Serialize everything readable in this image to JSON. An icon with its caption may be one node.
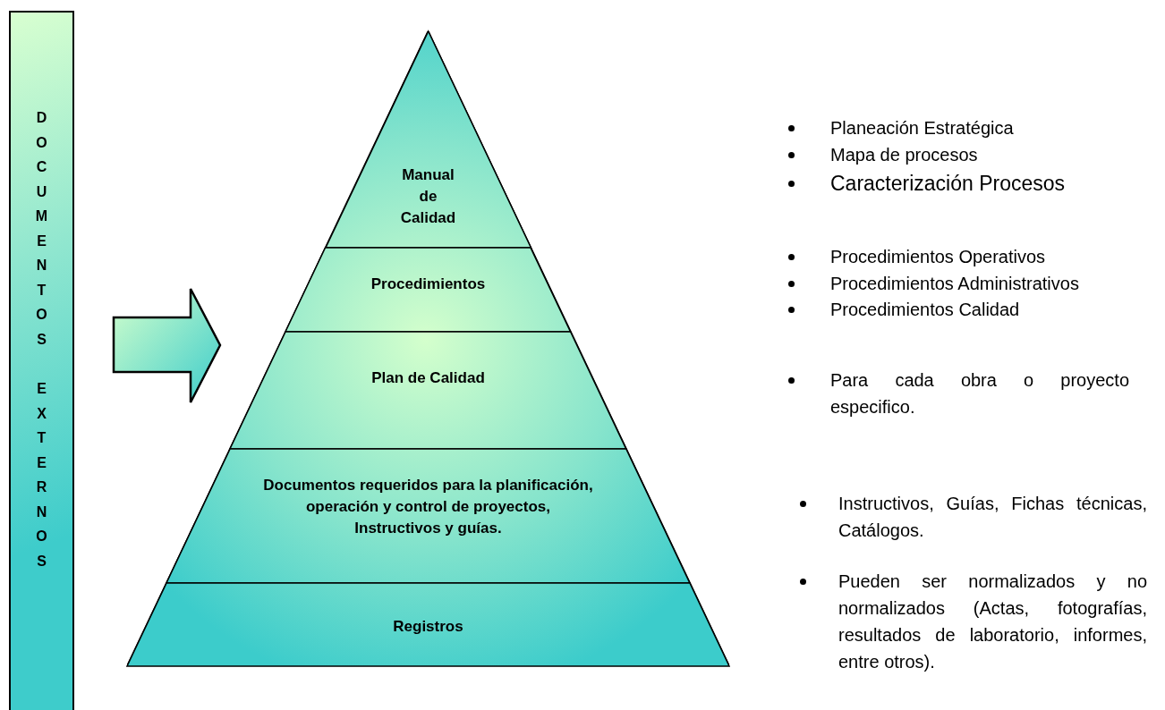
{
  "diagram": {
    "nodes": [
      {
        "text": [
          "DOCUMENTOS",
          "EXTERNOS"
        ]
      },
      {
        "text": [],
        "shape": "triangle"
      },
      {
        "text": [
          "Manual de Calidad"
        ],
        "in": 1
      },
      {
        "text": [
          "Procedimientos"
        ],
        "in": 1
      },
      {
        "text": [
          "Plan de Calidad"
        ],
        "in": 1
      },
      {
        "text": [
          "Documentos requeridos para la planificación, operación y control de proyectos, Instructivos y guías."
        ],
        "in": 1
      },
      {
        "text": [
          "Registros"
        ],
        "in": 1
      }
    ],
    "edges": [
      {
        "from": 0,
        "to": 1,
        "arrow": "to",
        "style": "thick"
      }
    ],
    "labels": [
      "Planeación Estratégica",
      "Mapa de procesos",
      "Caracterización Procesos",
      "Procedimientos Operativos",
      "Procedimientos Administrativos",
      "Procedimientos Calidad",
      "Para cada obra o proyecto especifico.",
      "Instructivos, Guías, Fichas técnicas, Catálogos.",
      "Pueden ser normalizados y no normalizados (Actas, fotografías, resultados de laboratorio, informes, entre otros)."
    ]
  }
}
